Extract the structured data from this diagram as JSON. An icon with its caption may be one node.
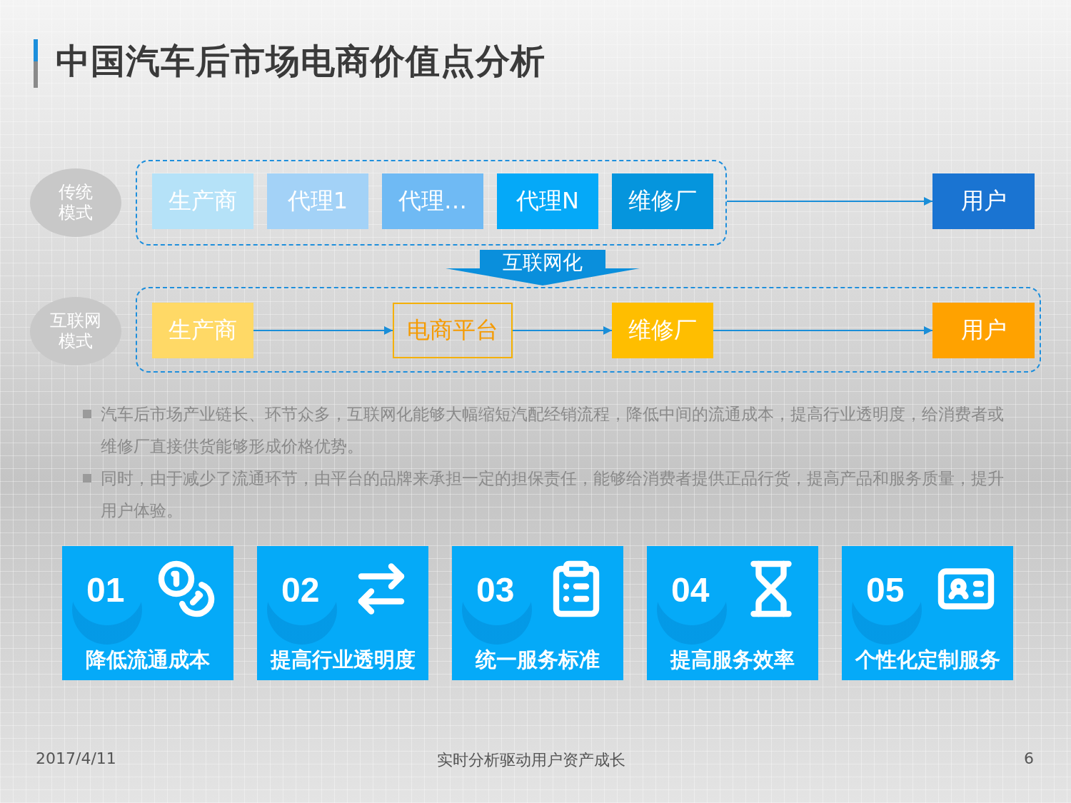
{
  "diagram": {
    "title": "中国汽车后市场电商价值点分析",
    "nodes": [
      {
        "text": [
          "传统模式"
        ]
      },
      {
        "text": [],
        "shape": "box"
      },
      {
        "text": [
          "生产商"
        ],
        "in": 1
      },
      {
        "text": [
          "代理1"
        ],
        "in": 1
      },
      {
        "text": [
          "代理…"
        ],
        "in": 1
      },
      {
        "text": [
          "代理N"
        ],
        "in": 1
      },
      {
        "text": [
          "维修厂"
        ],
        "in": 1
      },
      {
        "text": [
          "用户"
        ]
      },
      {
        "text": [
          "互联网化"
        ]
      },
      {
        "text": [
          "互联网模式"
        ]
      },
      {
        "text": [],
        "shape": "box"
      },
      {
        "text": [
          "生产商"
        ],
        "in": 10
      },
      {
        "text": [
          "电商平台"
        ],
        "in": 10
      },
      {
        "text": [
          "维修厂"
        ],
        "in": 10
      },
      {
        "text": [
          "用户"
        ],
        "in": 10
      },
      {
        "text": [
          "01",
          "降低流通成本"
        ]
      },
      {
        "text": [
          "02",
          "提高行业透明度"
        ]
      },
      {
        "text": [
          "03",
          "统一服务标准"
        ]
      },
      {
        "text": [
          "04",
          "提高服务效率"
        ]
      },
      {
        "text": [
          "05",
          "个性化定制服务"
        ]
      }
    ],
    "edges": [
      {
        "from": 1,
        "to": 7,
        "arrow": "to"
      },
      {
        "from": 11,
        "to": 12,
        "arrow": "to"
      },
      {
        "from": 12,
        "to": 13,
        "arrow": "to"
      },
      {
        "from": 13,
        "to": 14,
        "arrow": "to"
      }
    ],
    "labels": [
      "汽车后市场产业链长、环节众多，互联网化能够大幅缩短汽配经销流程，降低中间的流通成本，提高行业透明度，给消费者或维修厂直接供货能够形成价格优势。",
      "同时，由于减少了流通环节，由平台的品牌来承担一定的担保责任，能够给消费者提供正品行货，提高产品和服务质量，提升用户体验。",
      "2017/4/11",
      "实时分析驱动用户资产成长",
      "6"
    ]
  }
}
